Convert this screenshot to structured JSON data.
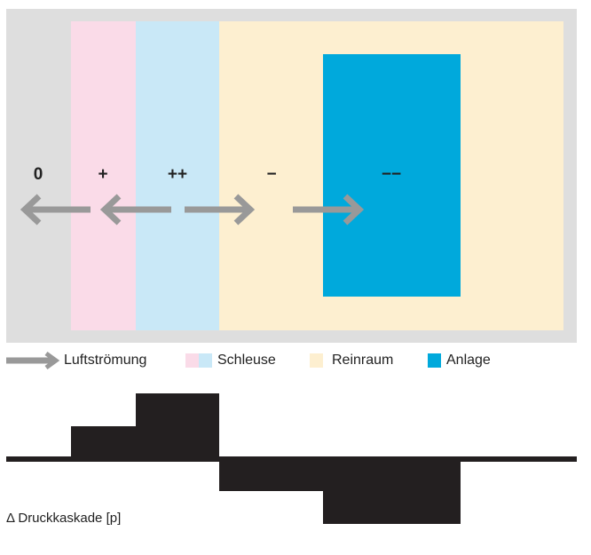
{
  "zones": {
    "outside": {
      "level_label": "0",
      "pressure": 0
    },
    "lock1": {
      "level_label": "+",
      "pressure": 1
    },
    "lock2": {
      "level_label": "++",
      "pressure": 2
    },
    "cleanroom": {
      "level_label": "−",
      "pressure": -1
    },
    "equipment": {
      "level_label": "−−",
      "pressure": -2
    }
  },
  "legend": {
    "airflow": "Luftströmung",
    "lock": "Schleuse",
    "cleanroom": "Reinraum",
    "equipment": "Anlage"
  },
  "chart_label": "Δ Druckkaskade [p]",
  "colors": {
    "outside": "#dedede",
    "lock_pink": "#fadbe8",
    "lock_blue": "#c9e8f7",
    "cleanroom": "#fdefd0",
    "equipment": "#00a9dc",
    "arrow": "#999999",
    "bar": "#231f20"
  }
}
